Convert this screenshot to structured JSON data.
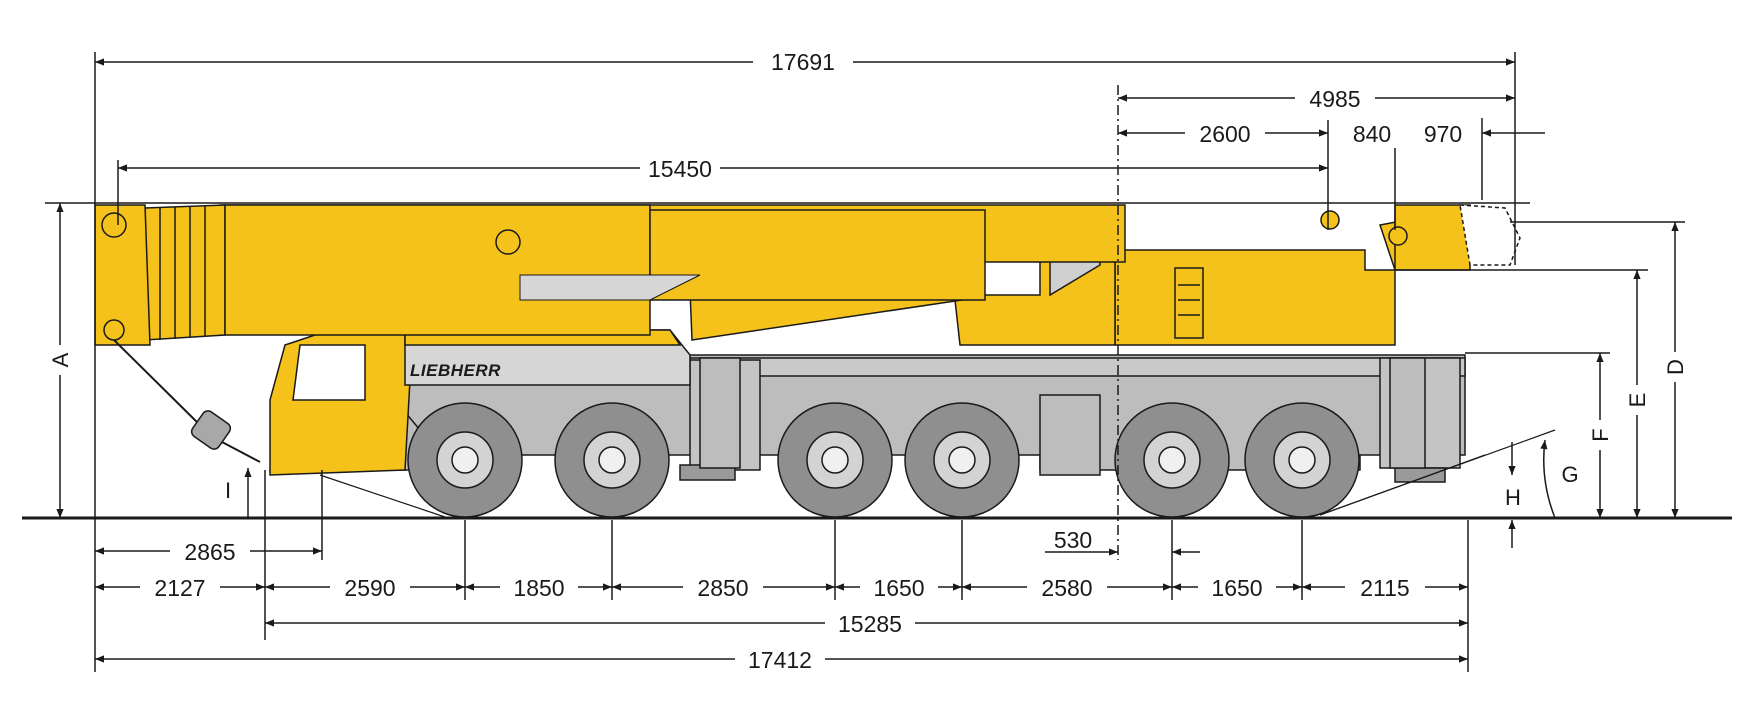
{
  "brand": "LIEBHERR",
  "colors": {
    "body": "#f5c21b",
    "chassis": "#bdbdbd",
    "tire": "#8f8f8f",
    "line": "#1a1a1a"
  },
  "dimensions": {
    "overall_length": "17691",
    "rear_overhang_total": "4985",
    "rear_2600": "2600",
    "rear_840": "840",
    "rear_970": "970",
    "boom_length": "15450",
    "front_2865": "2865",
    "front_2127": "2127",
    "axle_2590": "2590",
    "axle_1850": "1850",
    "axle_2850": "2850",
    "axle_1650_a": "1650",
    "axle_2580": "2580",
    "axle_1650_b": "1650",
    "rear_2115": "2115",
    "offset_530": "530",
    "chassis_15285": "15285",
    "overall_17412": "17412"
  },
  "letters": {
    "A": "A",
    "D": "D",
    "E": "E",
    "F": "F",
    "G": "G",
    "H": "H",
    "I": "I"
  }
}
